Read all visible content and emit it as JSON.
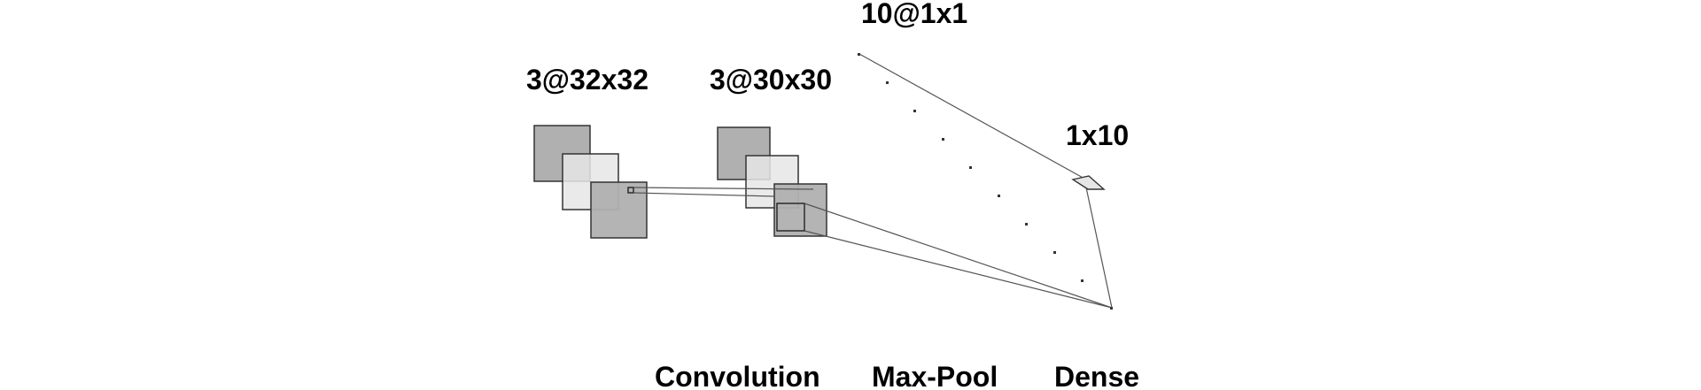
{
  "layers": [
    {
      "label": "3@32x32"
    },
    {
      "label": "3@30x30"
    },
    {
      "label": "10@1x1"
    },
    {
      "label": "1x10"
    }
  ],
  "operations": [
    {
      "label": "Convolution"
    },
    {
      "label": "Max-Pool"
    },
    {
      "label": "Dense"
    }
  ],
  "colors": {
    "map_dark": "#b0b0b0",
    "map_light": "#e6e6e6",
    "line": "#555555",
    "text": "#000000"
  }
}
